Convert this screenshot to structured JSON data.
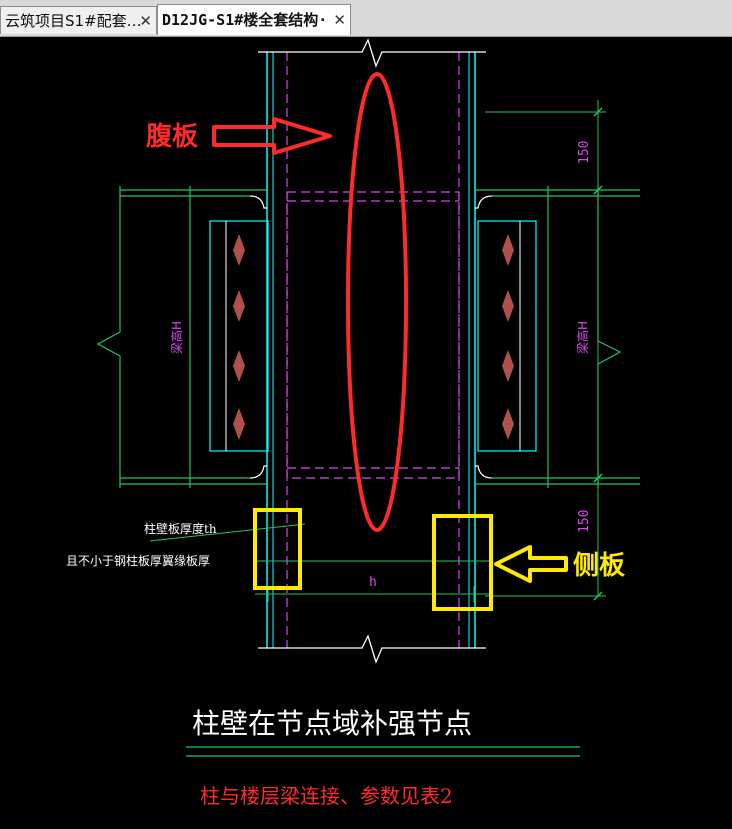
{
  "tabs": [
    {
      "title": "云筑项目S1#配套…",
      "close": "✕"
    },
    {
      "title": "D12JG-S1#楼全套结构·",
      "close": "✕"
    }
  ],
  "drawing": {
    "dim_150_top": "150",
    "dim_150_bottom": "150",
    "dim_beam_h_left": "梁高H",
    "dim_beam_h_right": "梁高H",
    "dim_h": "h",
    "note_line1": "柱壁板厚度th",
    "note_line2": "且不小于钢柱板厚翼缘板厚",
    "title": "柱壁在节点域补强节点",
    "subtitle": "柱与楼层梁连接、参数见表2"
  },
  "annotations": {
    "web_label": "腹板",
    "side_label": "侧板"
  },
  "colors": {
    "background": "#000000",
    "cyan": "#00ffff",
    "green": "#22c55e",
    "magenta": "#d946ef",
    "white": "#ffffff",
    "red": "#ff2a2a",
    "yellow": "#ffea00",
    "bolt": "#b0504a"
  }
}
